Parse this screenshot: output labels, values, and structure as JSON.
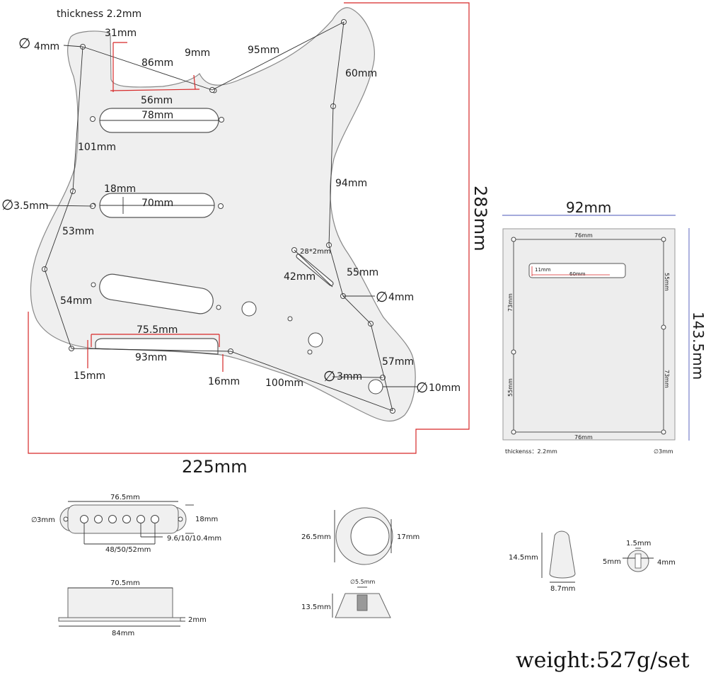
{
  "pickguard": {
    "thickness_label": "thickness 2.2mm",
    "dims": {
      "d4_top": "4mm",
      "w31": "31mm",
      "w86": "86mm",
      "w9": "9mm",
      "w95": "95mm",
      "w56": "56mm",
      "w60": "60mm",
      "w78": "78mm",
      "w101": "101mm",
      "w94": "94mm",
      "w18": "18mm",
      "d35": "3.5mm",
      "w70": "70mm",
      "w53": "53mm",
      "w28x2": "28*2mm",
      "w42": "42mm",
      "w55": "55mm",
      "d4_mid": "4mm",
      "w54": "54mm",
      "w755": "75.5mm",
      "w93": "93mm",
      "w57": "57mm",
      "w15": "15mm",
      "w16": "16mm",
      "w100": "100mm",
      "d3": "3mm",
      "d10": "10mm",
      "h283": "283mm",
      "w225": "225mm"
    }
  },
  "backplate": {
    "width": "92mm",
    "height": "143.5mm",
    "top": "76mm",
    "bottom": "76mm",
    "slot_h": "11mm",
    "slot_w": "60mm",
    "left_top": "73mm",
    "left_bottom": "55mm",
    "right_top": "55mm",
    "right_bottom": "73mm",
    "thickness": "thickenss：2.2mm",
    "hole": "3mm"
  },
  "pickup_top": {
    "width": "76.5mm",
    "hole": "3mm",
    "height": "18mm",
    "spacing": "48/50/52mm",
    "pole": "9.6/10/10.4mm"
  },
  "pickup_side": {
    "top": "70.5mm",
    "bottom": "84mm",
    "thick": "2mm"
  },
  "knob": {
    "outer": "26.5mm",
    "inner": "17mm",
    "shaft": "5.5mm",
    "height": "13.5mm"
  },
  "switch_tip": {
    "height": "14.5mm",
    "width": "8.7mm",
    "slot": "1.5mm",
    "left": "5mm",
    "right": "4mm"
  },
  "weight": "weight:527g/set",
  "symbols": {
    "diameter": "∅"
  }
}
